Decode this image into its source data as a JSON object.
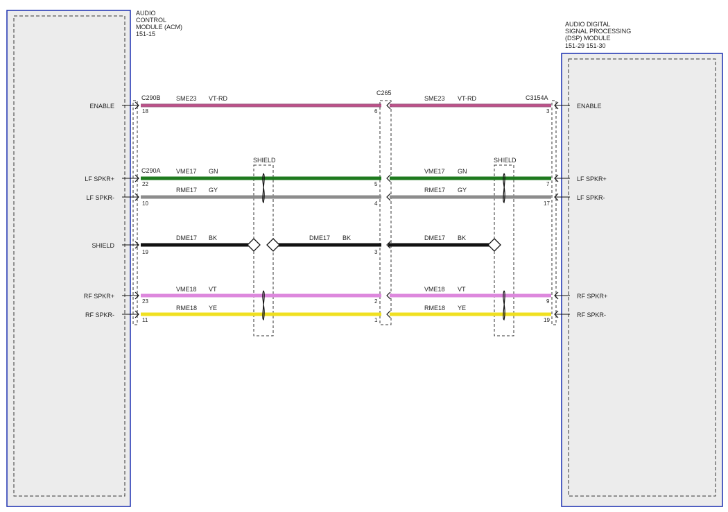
{
  "modules": {
    "acm": {
      "lines": [
        "AUDIO",
        "CONTROL",
        "MODULE (ACM)",
        "151-15"
      ]
    },
    "dsp": {
      "lines": [
        "AUDIO DIGITAL",
        "SIGNAL PROCESSING",
        "(DSP) MODULE",
        "151-29   151-30"
      ]
    }
  },
  "connectors": {
    "c290b": "C290B",
    "c290a": "C290A",
    "c265": "C265",
    "c3154a": "C3154A"
  },
  "shield_labels": {
    "left": "SHIELD",
    "right": "SHIELD"
  },
  "left_signals": [
    "ENABLE",
    "LF SPKR+",
    "LF SPKR-",
    "SHIELD",
    "RF SPKR+",
    "RF SPKR-"
  ],
  "right_signals": [
    "ENABLE",
    "LF SPKR+",
    "LF SPKR-",
    "RF SPKR+",
    "RF SPKR-"
  ],
  "wires": [
    {
      "left_circuit": "SME23",
      "left_color": "VT-RD",
      "right_circuit": "SME23",
      "right_color": "VT-RD",
      "acm_pin": "18",
      "c265_pin": "6",
      "dsp_pin": "3",
      "stroke": "#c0508a"
    },
    {
      "left_circuit": "VME17",
      "left_color": "GN",
      "right_circuit": "VME17",
      "right_color": "GN",
      "acm_pin": "22",
      "c265_pin": "5",
      "dsp_pin": "7",
      "stroke": "#1e7a1e"
    },
    {
      "left_circuit": "RME17",
      "left_color": "GY",
      "right_circuit": "RME17",
      "right_color": "GY",
      "acm_pin": "10",
      "c265_pin": "4",
      "dsp_pin": "17",
      "stroke": "#8c8c8c"
    },
    {
      "left_circuit": "DME17",
      "left_color": "BK",
      "mid_circuit": "DME17",
      "mid_color": "BK",
      "right_circuit": "DME17",
      "right_color": "BK",
      "acm_pin": "19",
      "c265_pin": "3",
      "stroke": "#111111"
    },
    {
      "left_circuit": "VME18",
      "left_color": "VT",
      "right_circuit": "VME18",
      "right_color": "VT",
      "acm_pin": "23",
      "c265_pin": "2",
      "dsp_pin": "9",
      "stroke": "#dd88dd"
    },
    {
      "left_circuit": "RME18",
      "left_color": "YE",
      "right_circuit": "RME18",
      "right_color": "YE",
      "acm_pin": "11",
      "c265_pin": "1",
      "dsp_pin": "19",
      "stroke": "#f0e020"
    }
  ],
  "colors": {
    "module_border": "#1a2fb0",
    "module_fill": "#ececec",
    "dash": "#333333"
  }
}
